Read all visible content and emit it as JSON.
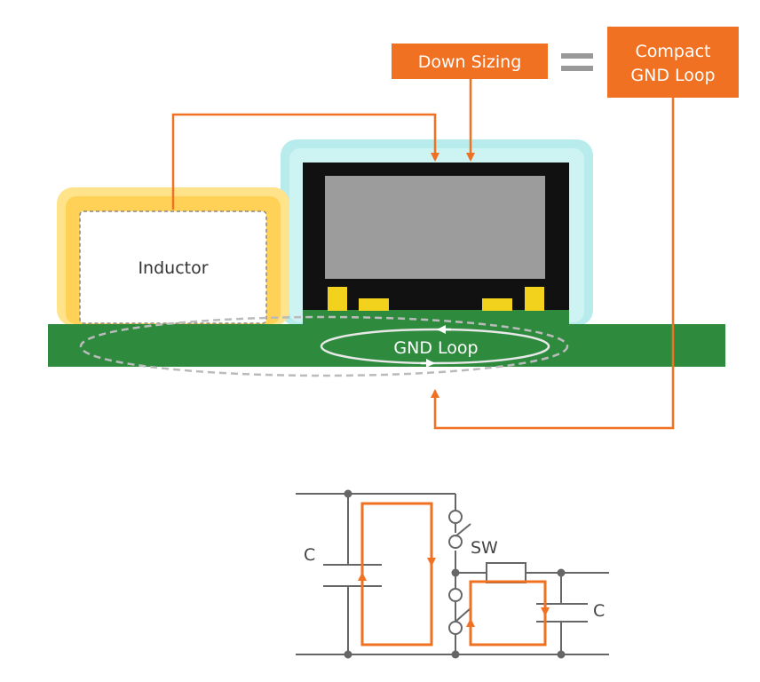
{
  "labels": {
    "down_sizing": "Down Sizing",
    "equals": "=",
    "compact_line1": "Compact",
    "compact_line2": "GND Loop",
    "inductor": "Inductor",
    "gnd_loop": "GND Loop"
  },
  "schematic": {
    "capacitor_left": "C",
    "switch": "SW",
    "capacitor_right": "C"
  },
  "colors": {
    "accent_orange": "#f07122",
    "board_green": "#2e8b3e",
    "inductor_glow": "#ffd257",
    "ic_glow": "#b8ecec",
    "ic_body": "#111111",
    "ic_die": "#9c9c9c",
    "pad_yellow": "#f2d21c",
    "schematic_line": "#666666"
  }
}
